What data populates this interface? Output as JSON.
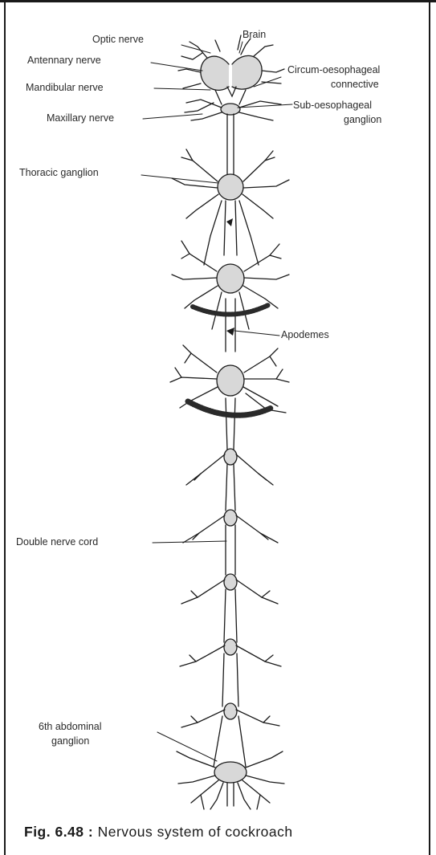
{
  "labels": {
    "optic_nerve": "Optic nerve",
    "brain": "Brain",
    "antennary_nerve": "Antennary nerve",
    "circum_line1": "Circum-oesophageal",
    "circum_line2": "connective",
    "mandibular_nerve": "Mandibular nerve",
    "sub_line1": "Sub-oesophageal",
    "sub_line2": "ganglion",
    "maxillary_nerve": "Maxillary nerve",
    "thoracic_ganglion": "Thoracic ganglion",
    "apodemes": "Apodemes",
    "double_nerve_cord": "Double nerve cord",
    "sixth_line1": "6th abdominal",
    "sixth_line2": "ganglion"
  },
  "caption": {
    "prefix": "Fig. 6.48",
    "separator": " : ",
    "text": "Nervous system of cockroach"
  }
}
